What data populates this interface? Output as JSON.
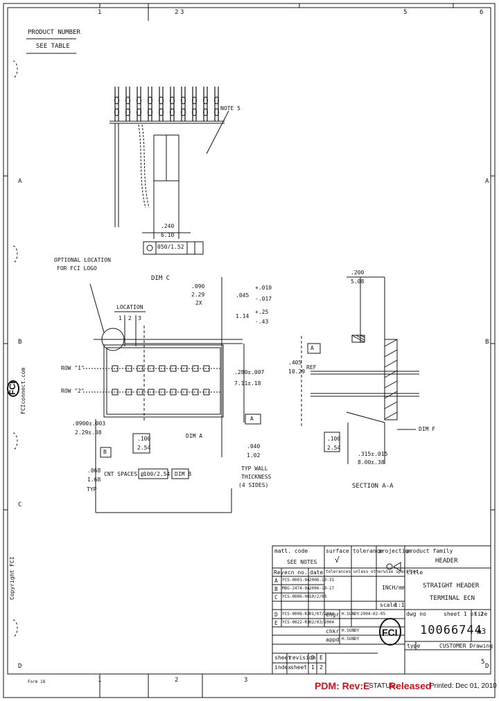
{
  "border": {
    "top_numbers": [
      "1",
      "2",
      "3",
      "5",
      "6"
    ],
    "bottom_numbers": [
      "1",
      "2",
      "3",
      "5"
    ],
    "left_letters": [
      "A",
      "B",
      "C",
      "D"
    ],
    "right_letters": [
      "A",
      "B",
      "D"
    ]
  },
  "product_number": {
    "label": "PRODUCT NUMBER",
    "value": "SEE TABLE"
  },
  "notes": {
    "note_callout": "NOTE 5",
    "optional_location": [
      "OPTIONAL LOCATION",
      "FOR FCI LOGO"
    ],
    "location_label": "LOCATION",
    "location_numbers": [
      "1",
      "2",
      "3"
    ],
    "dim_c": "DIM C",
    "row_1": "ROW \"1\"",
    "row_2": "ROW \"2\"",
    "section_label": "SECTION A-A",
    "typ_wall": [
      "TYP WALL",
      "THICKNESS",
      "(4 SIDES)"
    ],
    "typ": "TYP",
    "cnt_spaces": "CNT SPACES @",
    "dim_b": "DIM B",
    "dim_a": "DIM A",
    "dim_f": "DIM F"
  },
  "dimensions": {
    "d240": ".240",
    "d610": "6.10",
    "fcf_tol": "050/1.52",
    "d090": ".090",
    "d229": "2.29",
    "d2x": "2X",
    "d045": ".045",
    "tol_p": "+.010",
    "tol_m": "-.017",
    "d114": "1.14",
    "tol_p2": "+.25",
    "tol_m2": "-.43",
    "d280": ".280±.007",
    "d711": "7.11±.18",
    "d100": ".100",
    "d254": "2.54",
    "d090b": ".0900±.003",
    "d229b": "2.29±.08",
    "d068": ".068",
    "d168": "1.68",
    "d040": ".040",
    "d102": "1.02",
    "d100b": ".100/2.54",
    "d200": ".200",
    "d508": "5.08",
    "d405": ".405",
    "d1029": "10.29",
    "ref": "REF",
    "d100c": ".100",
    "d254c": "2.54",
    "d315": ".315±.015",
    "d800": "8.00±.38",
    "datum_a": "A",
    "datum_b": "B"
  },
  "title_block": {
    "mat_code_label": "matl. code",
    "mat_code_value": "SEE NOTES",
    "surface_label": "surface",
    "surface_value": "√",
    "tolerance_label": "tolerance",
    "projection_label": "projection",
    "product_family_label": "product family",
    "product_family_value": "HEADER",
    "rev_header": [
      "Rev",
      "ecn no.",
      "date"
    ],
    "tolerance_note": "tolerances unless otherwise specified",
    "title_label": "title",
    "title_lines": [
      "STRAIGHT HEADER",
      "TERMINAL ECN"
    ],
    "revisions": [
      {
        "rev": "A",
        "ecn": "YCS-0001-04",
        "date": "2006-10-31"
      },
      {
        "rev": "B",
        "ecn": "MDG-2474-0A",
        "date": "2006-10-17"
      },
      {
        "rev": "C",
        "ecn": "YCS-0006-00",
        "date": "10/2/03"
      },
      {
        "rev": "D",
        "ecn": "YCS-0008-R3",
        "date": "01/07/2004"
      },
      {
        "rev": "E",
        "ecn": "YCS-0022-R3",
        "date": "02/03/2004"
      }
    ],
    "dim_units": "INCH/mm",
    "scale_label": "scale",
    "scale_value": "1:1",
    "dwg_no_label": "dwg no",
    "dwg_no": "10066744",
    "sheet_info": "sheet 1 of 2",
    "size_label": "size",
    "size_value": "A3",
    "type_label": "type",
    "type_value": "CUSTOMER Drawing",
    "engineer_label": "engr",
    "engineer": "H.SUNDY",
    "date_drawn": "2004-02-05",
    "checker_label": "chkr",
    "checker": "H.SUNDY",
    "approver_label": "appd",
    "approver": "H.SUNDY",
    "sheet_row": [
      "sheet",
      "revision",
      "D",
      "E"
    ],
    "index_row": [
      "index",
      "sheet",
      "1",
      "2"
    ],
    "logo": "FCI"
  },
  "footer": {
    "pdm_rev": "PDM: Rev:E",
    "status_label": "STATUS:",
    "status_value": "Released",
    "printed": "Printed: Dec 01, 2010",
    "form_code": "Form 18"
  },
  "side": {
    "copyright": "Copyright FCI",
    "fci_url": "FCIconnect.com",
    "fci_logo": "FCI"
  },
  "colors": {
    "ink": "#111111",
    "red": "#d0101a",
    "paper": "#ffffff"
  }
}
